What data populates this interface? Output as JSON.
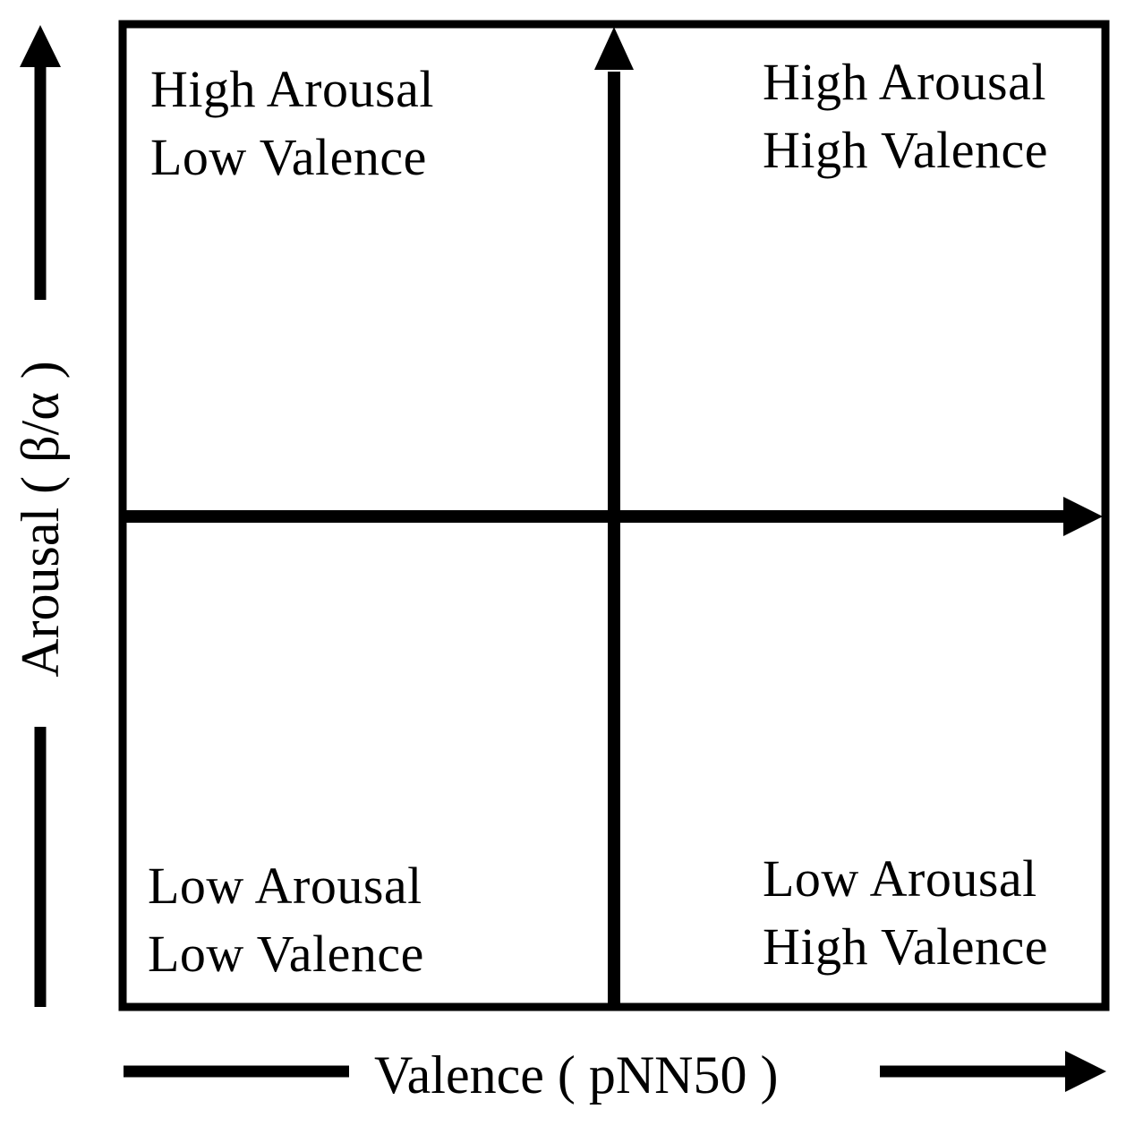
{
  "diagram": {
    "quadrants": {
      "top_left": {
        "line1": "High Arousal",
        "line2": "Low Valence"
      },
      "top_right": {
        "line1": "High Arousal",
        "line2": "High Valence"
      },
      "bottom_left": {
        "line1": "Low Arousal",
        "line2": "Low Valence"
      },
      "bottom_right": {
        "line1": "Low Arousal",
        "line2": "High Valence"
      }
    },
    "x_axis_label": "Valence ( pNN50 )",
    "y_axis_label": "Arousal ( β/α )",
    "stroke_color": "#000000",
    "background_color": "#ffffff"
  }
}
